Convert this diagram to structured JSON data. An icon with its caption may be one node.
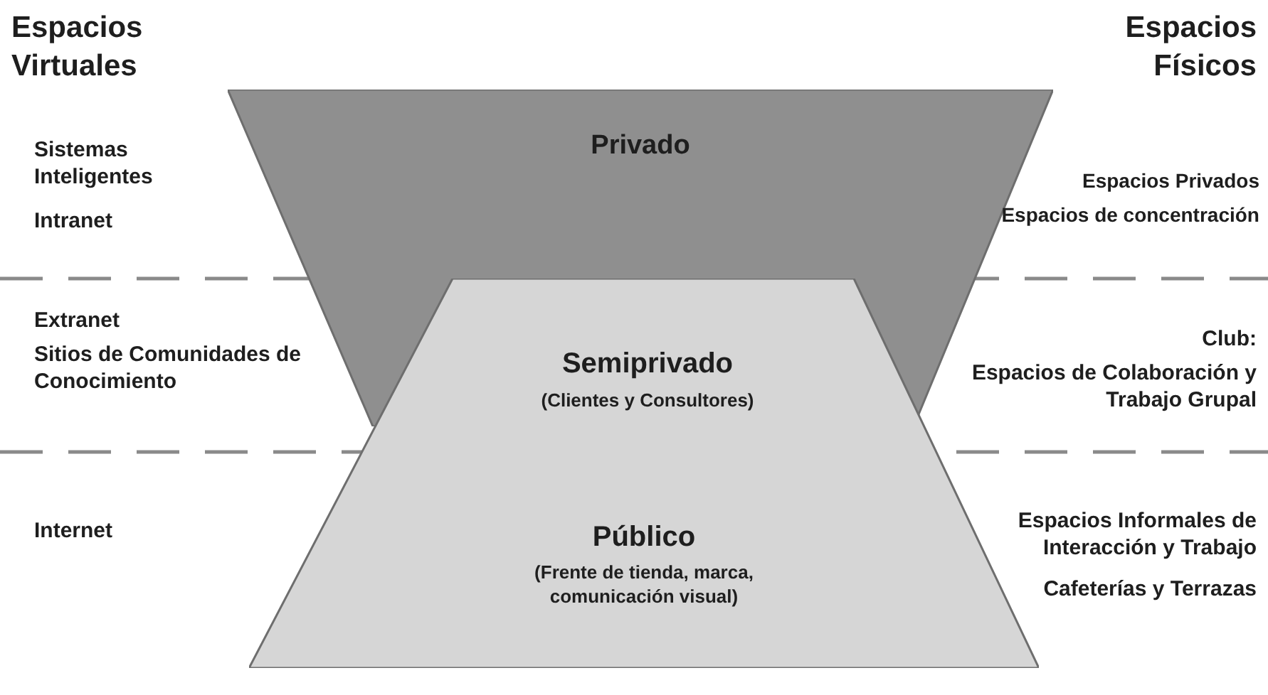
{
  "diagram": {
    "nodes": [
      {
        "text": [
          "Privado"
        ]
      },
      {
        "text": [
          "Público",
          "(Frente de tienda, marca, comunicación visual)"
        ]
      },
      {
        "text": [
          "Semiprivado",
          "(Clientes y Consultores)"
        ]
      }
    ],
    "labels": [
      "Espacios Virtuales",
      "Espacios Físicos",
      "Sistemas Inteligentes",
      "Intranet",
      "Espacios Privados",
      "Espacios de concentración",
      "Extranet",
      "Sitios de Comunidades de Conocimiento",
      "Club:",
      "Espacios de Colaboración y Trabajo Grupal",
      "Internet",
      "Espacios Informales de Interacción y Trabajo",
      "Cafeterías y Terrazas"
    ]
  }
}
